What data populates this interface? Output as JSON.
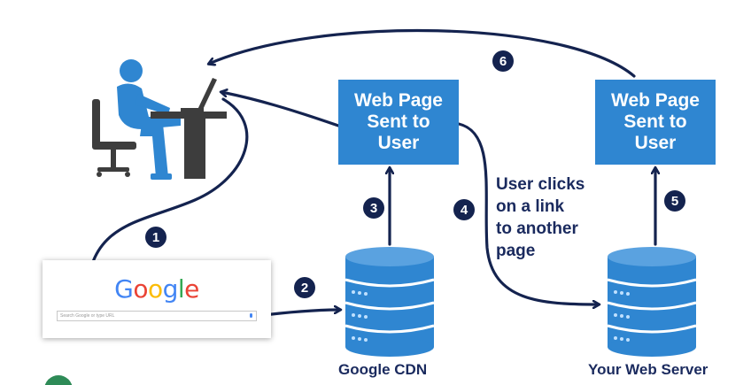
{
  "steps": [
    "1",
    "2",
    "3",
    "4",
    "5",
    "6"
  ],
  "boxes": {
    "cdn_page": [
      "Web Page",
      "Sent to",
      "User"
    ],
    "server_page": [
      "Web Page",
      "Sent to",
      "User"
    ]
  },
  "google": {
    "logo_letters": [
      "G",
      "o",
      "o",
      "g",
      "l",
      "e"
    ],
    "logo_colors": [
      "#4285f4",
      "#ea4335",
      "#fbbc05",
      "#4285f4",
      "#34a853",
      "#ea4335"
    ],
    "search_placeholder": "Search Google or type URL"
  },
  "note_lines": [
    "User clicks",
    "on a link",
    "to another",
    "page"
  ],
  "labels": {
    "cdn": "Google CDN",
    "server": "Your Web Server"
  },
  "colors": {
    "arrow": "#14234f",
    "box": "#2f86d1",
    "db": "#2f86d1",
    "user": "#2f86d1",
    "furniture": "#3d3d3d"
  }
}
